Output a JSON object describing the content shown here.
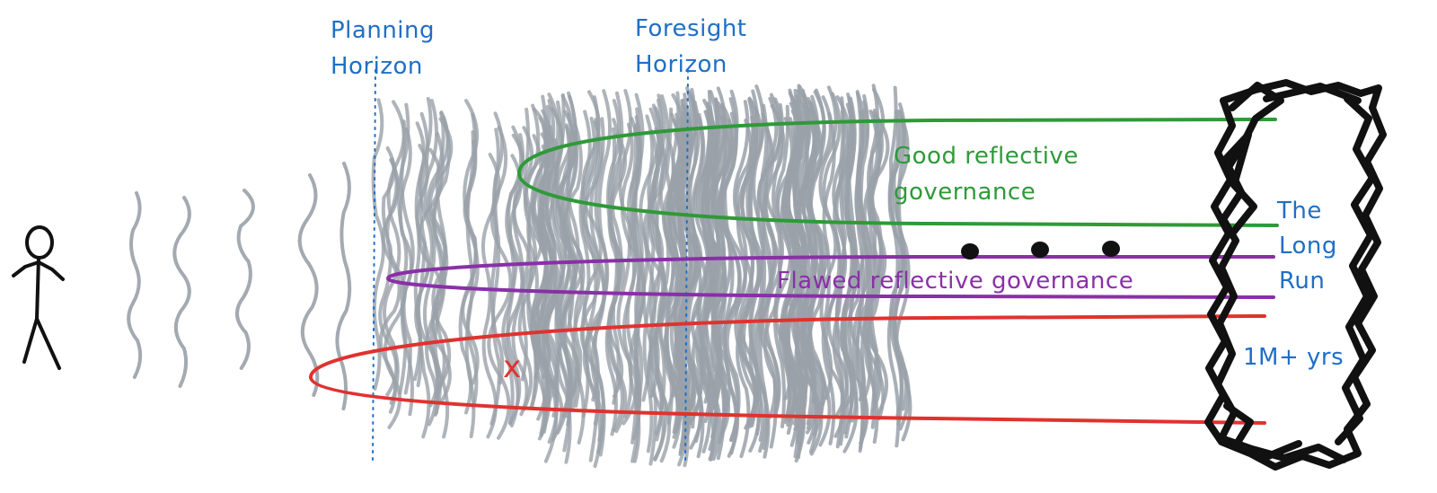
{
  "horizons": {
    "planning": [
      "Planning",
      "Horizon"
    ],
    "foresight": [
      "Foresight",
      "Horizon"
    ]
  },
  "paths": {
    "good": [
      "Good reflective",
      "governance"
    ],
    "flawed": "Flawed reflective governance"
  },
  "failure_mark": "x",
  "destination": {
    "title": [
      "The",
      "Long",
      "Run"
    ],
    "timescale": "1M+ yrs"
  },
  "colors": {
    "horizon_text": "#1f6fc6",
    "horizon_line": "#1f6fc6",
    "good": "#2e9a38",
    "flawed": "#8a2fa8",
    "failed": "#e0322f",
    "haze": "#9aa1a9",
    "ink": "#111111"
  },
  "icons": {
    "person": "stick-figure-icon",
    "ellipsis": "ellipsis-dots-icon",
    "failure": "x-mark-icon"
  }
}
